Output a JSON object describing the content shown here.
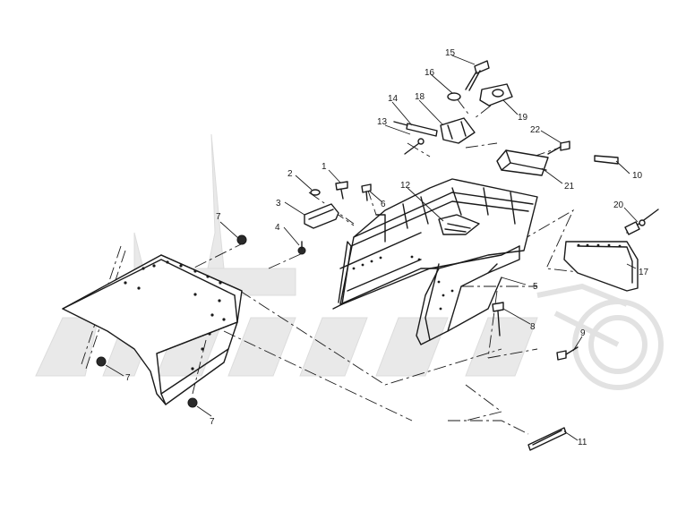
{
  "callouts": [
    {
      "id": "c1",
      "label": "1"
    },
    {
      "id": "c2",
      "label": "2"
    },
    {
      "id": "c3",
      "label": "3"
    },
    {
      "id": "c4",
      "label": "4"
    },
    {
      "id": "c5",
      "label": "5"
    },
    {
      "id": "c6",
      "label": "6"
    },
    {
      "id": "c7a",
      "label": "7"
    },
    {
      "id": "c7b",
      "label": "7"
    },
    {
      "id": "c7c",
      "label": "7"
    },
    {
      "id": "c8",
      "label": "8"
    },
    {
      "id": "c9",
      "label": "9"
    },
    {
      "id": "c10",
      "label": "10"
    },
    {
      "id": "c11",
      "label": "11"
    },
    {
      "id": "c12",
      "label": "12"
    },
    {
      "id": "c13",
      "label": "13"
    },
    {
      "id": "c14",
      "label": "14"
    },
    {
      "id": "c15",
      "label": "15"
    },
    {
      "id": "c16",
      "label": "16"
    },
    {
      "id": "c17",
      "label": "17"
    },
    {
      "id": "c18",
      "label": "18"
    },
    {
      "id": "c19",
      "label": "19"
    },
    {
      "id": "c20",
      "label": "20"
    },
    {
      "id": "c21",
      "label": "21"
    },
    {
      "id": "c22",
      "label": "22"
    }
  ],
  "colors": {
    "ink": "#1a1a1a",
    "watermark": "#e9e9e9",
    "background": "#ffffff"
  },
  "watermark": {
    "icon": "motorcycle-watermark-icon"
  }
}
